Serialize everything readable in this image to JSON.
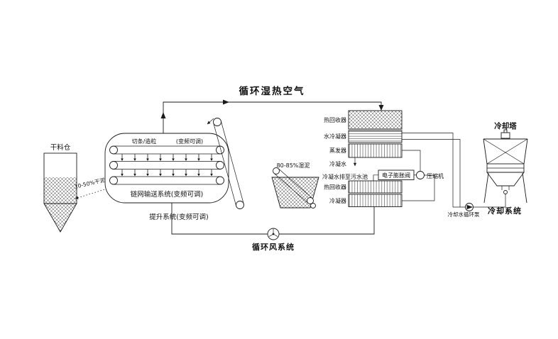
{
  "labels": {
    "top_duct": "循环湿热空气",
    "bottom_duct": "循环风系统",
    "silo": "干料仓",
    "dry_mud": "10-50%干泥",
    "conveyor_process": "切条/造粒",
    "conveyor_vfd": "(变频可调)",
    "conveyor_system": "链网输送系统(变频可调)",
    "lift_system": "提升系统(变频可调)",
    "wet_mud": "80-85%湿泥",
    "hx": {
      "heat_recovery_top": "热回收器",
      "water_condenser": "水冷凝器",
      "evaporator": "蒸发器",
      "condensate": "冷凝水",
      "condensate_drain": "冷凝水排至污水池",
      "expansion_valve": "电子膨胀阀",
      "compressor": "压缩机",
      "heat_recovery_bottom": "热回收器",
      "condenser": "冷凝器"
    },
    "cooling": {
      "tower": "冷却塔",
      "pump": "冷却水循环泵",
      "system": "冷却系统"
    }
  },
  "colors": {
    "line": "#1a1a1a",
    "background": "#ffffff"
  }
}
